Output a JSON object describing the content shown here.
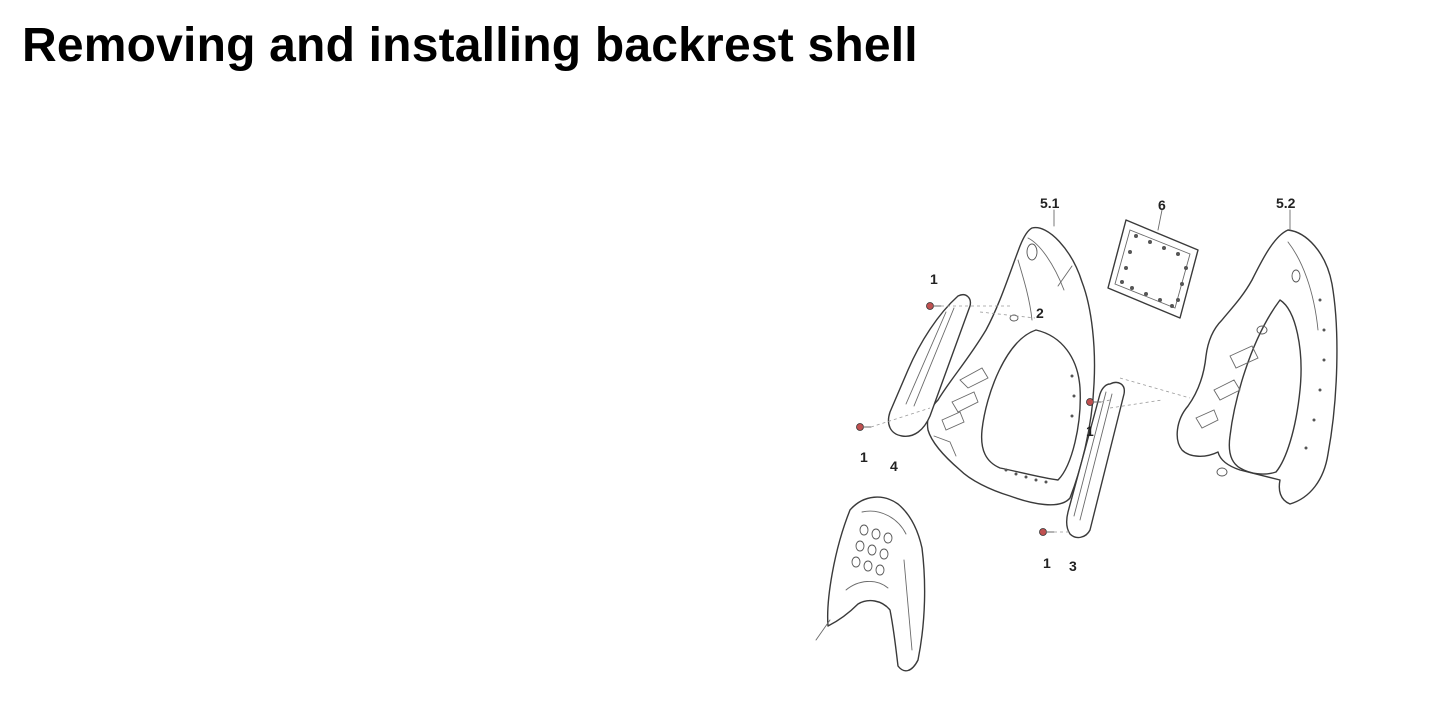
{
  "title": "Removing and installing backrest shell",
  "callouts": {
    "c_5_1": "5.1",
    "c_6": "6",
    "c_5_2": "5.2",
    "c_1_top": "1",
    "c_2": "2",
    "c_1_mid_right": "1",
    "c_1_left": "1",
    "c_4": "4",
    "c_1_bottom": "1",
    "c_3": "3"
  },
  "icons": {
    "screw": "screw-icon"
  }
}
